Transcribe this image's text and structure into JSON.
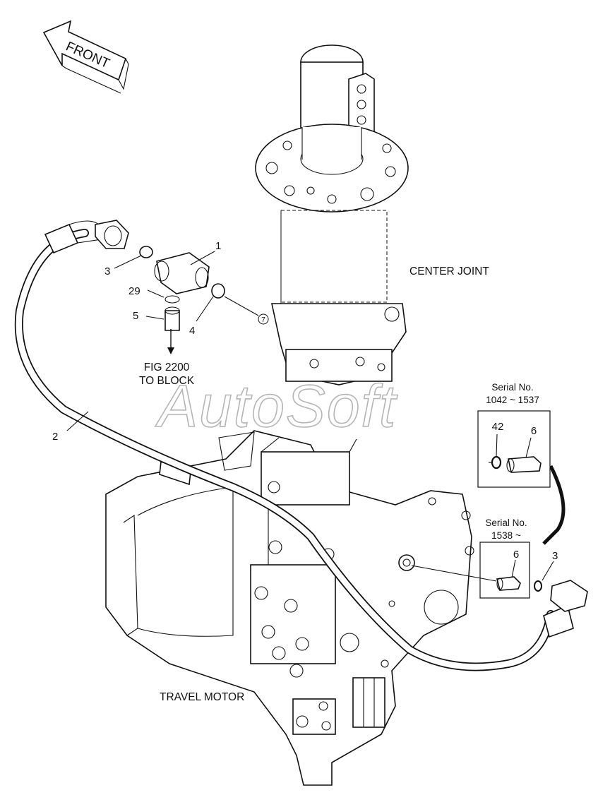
{
  "direction_arrow": {
    "label": "FRONT"
  },
  "components": {
    "center_joint": "CENTER JOINT",
    "travel_motor": "TRAVEL MOTOR"
  },
  "reference": {
    "line1": "FIG 2200",
    "line2": "TO BLOCK"
  },
  "callouts": {
    "p1": "1",
    "p2": "2",
    "p3_top": "3",
    "p3_right": "3",
    "p4": "4",
    "p5": "5",
    "p29": "29",
    "p7": "7"
  },
  "serial_box_1": {
    "title": "Serial No.",
    "range": "1042 ~ 1537",
    "part_a": "42",
    "part_b": "6"
  },
  "serial_box_2": {
    "title": "Serial No.",
    "range": "1538 ~",
    "part_a": "6"
  },
  "watermark": {
    "text": "AutoSoft"
  }
}
